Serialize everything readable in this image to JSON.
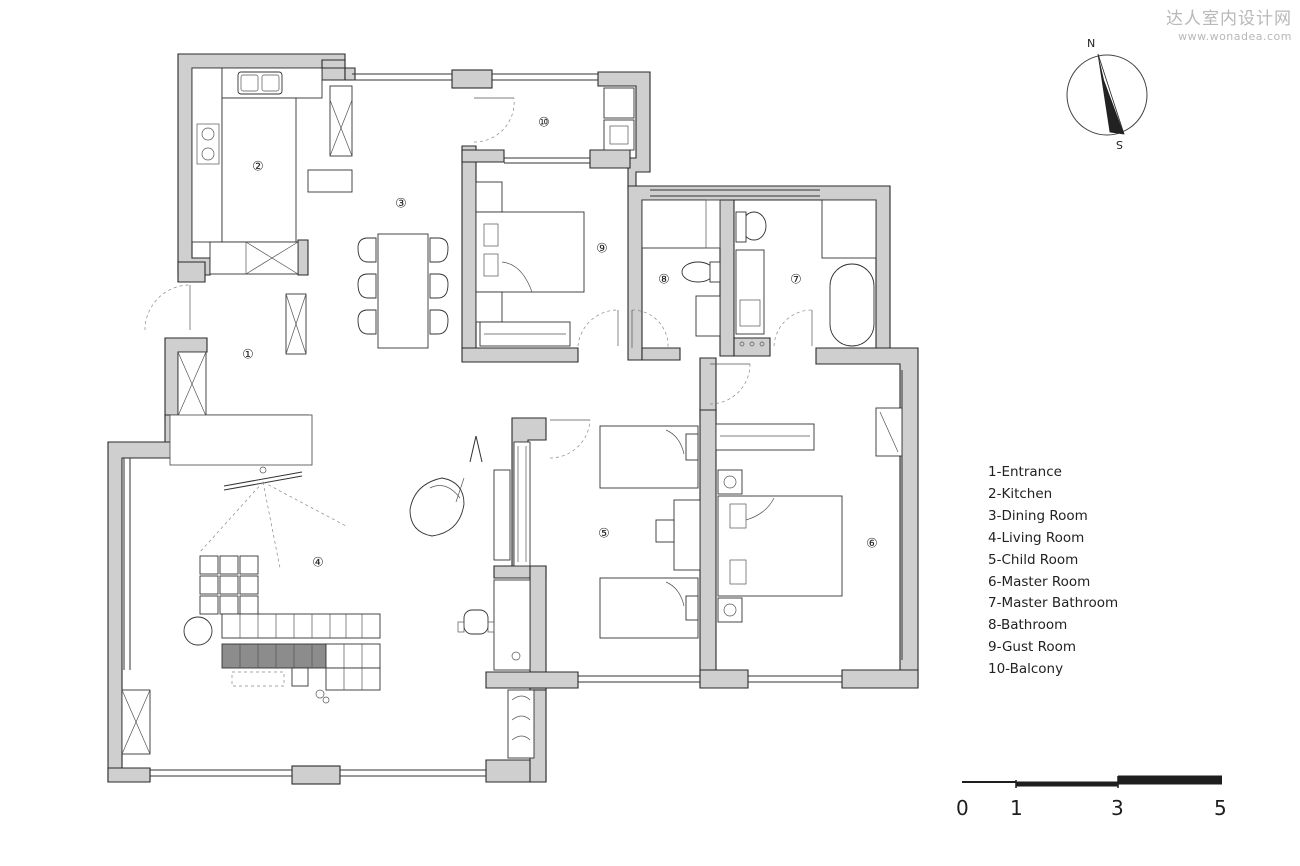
{
  "watermark": {
    "site_name": "达人室内设计网",
    "url": "www.wonadea.com"
  },
  "compass": {
    "north": "N",
    "south": "S"
  },
  "legend": [
    "1-Entrance",
    "2-Kitchen",
    "3-Dining Room",
    "4-Living Room",
    "5-Child Room",
    "6-Master Room",
    "7-Master Bathroom",
    "8-Bathroom",
    "9-Gust Room",
    "10-Balcony"
  ],
  "room_markers": [
    "①",
    "②",
    "③",
    "④",
    "⑤",
    "⑥",
    "⑦",
    "⑧",
    "⑨",
    "⑩"
  ],
  "scale_bar": {
    "labels": [
      "0",
      "1",
      "3",
      "5"
    ]
  },
  "colors": {
    "wall_fill": "#cfcfcf",
    "line": "#333333",
    "sofa_dark": "#8c8c8c",
    "watermark": "#b8b8b8"
  }
}
